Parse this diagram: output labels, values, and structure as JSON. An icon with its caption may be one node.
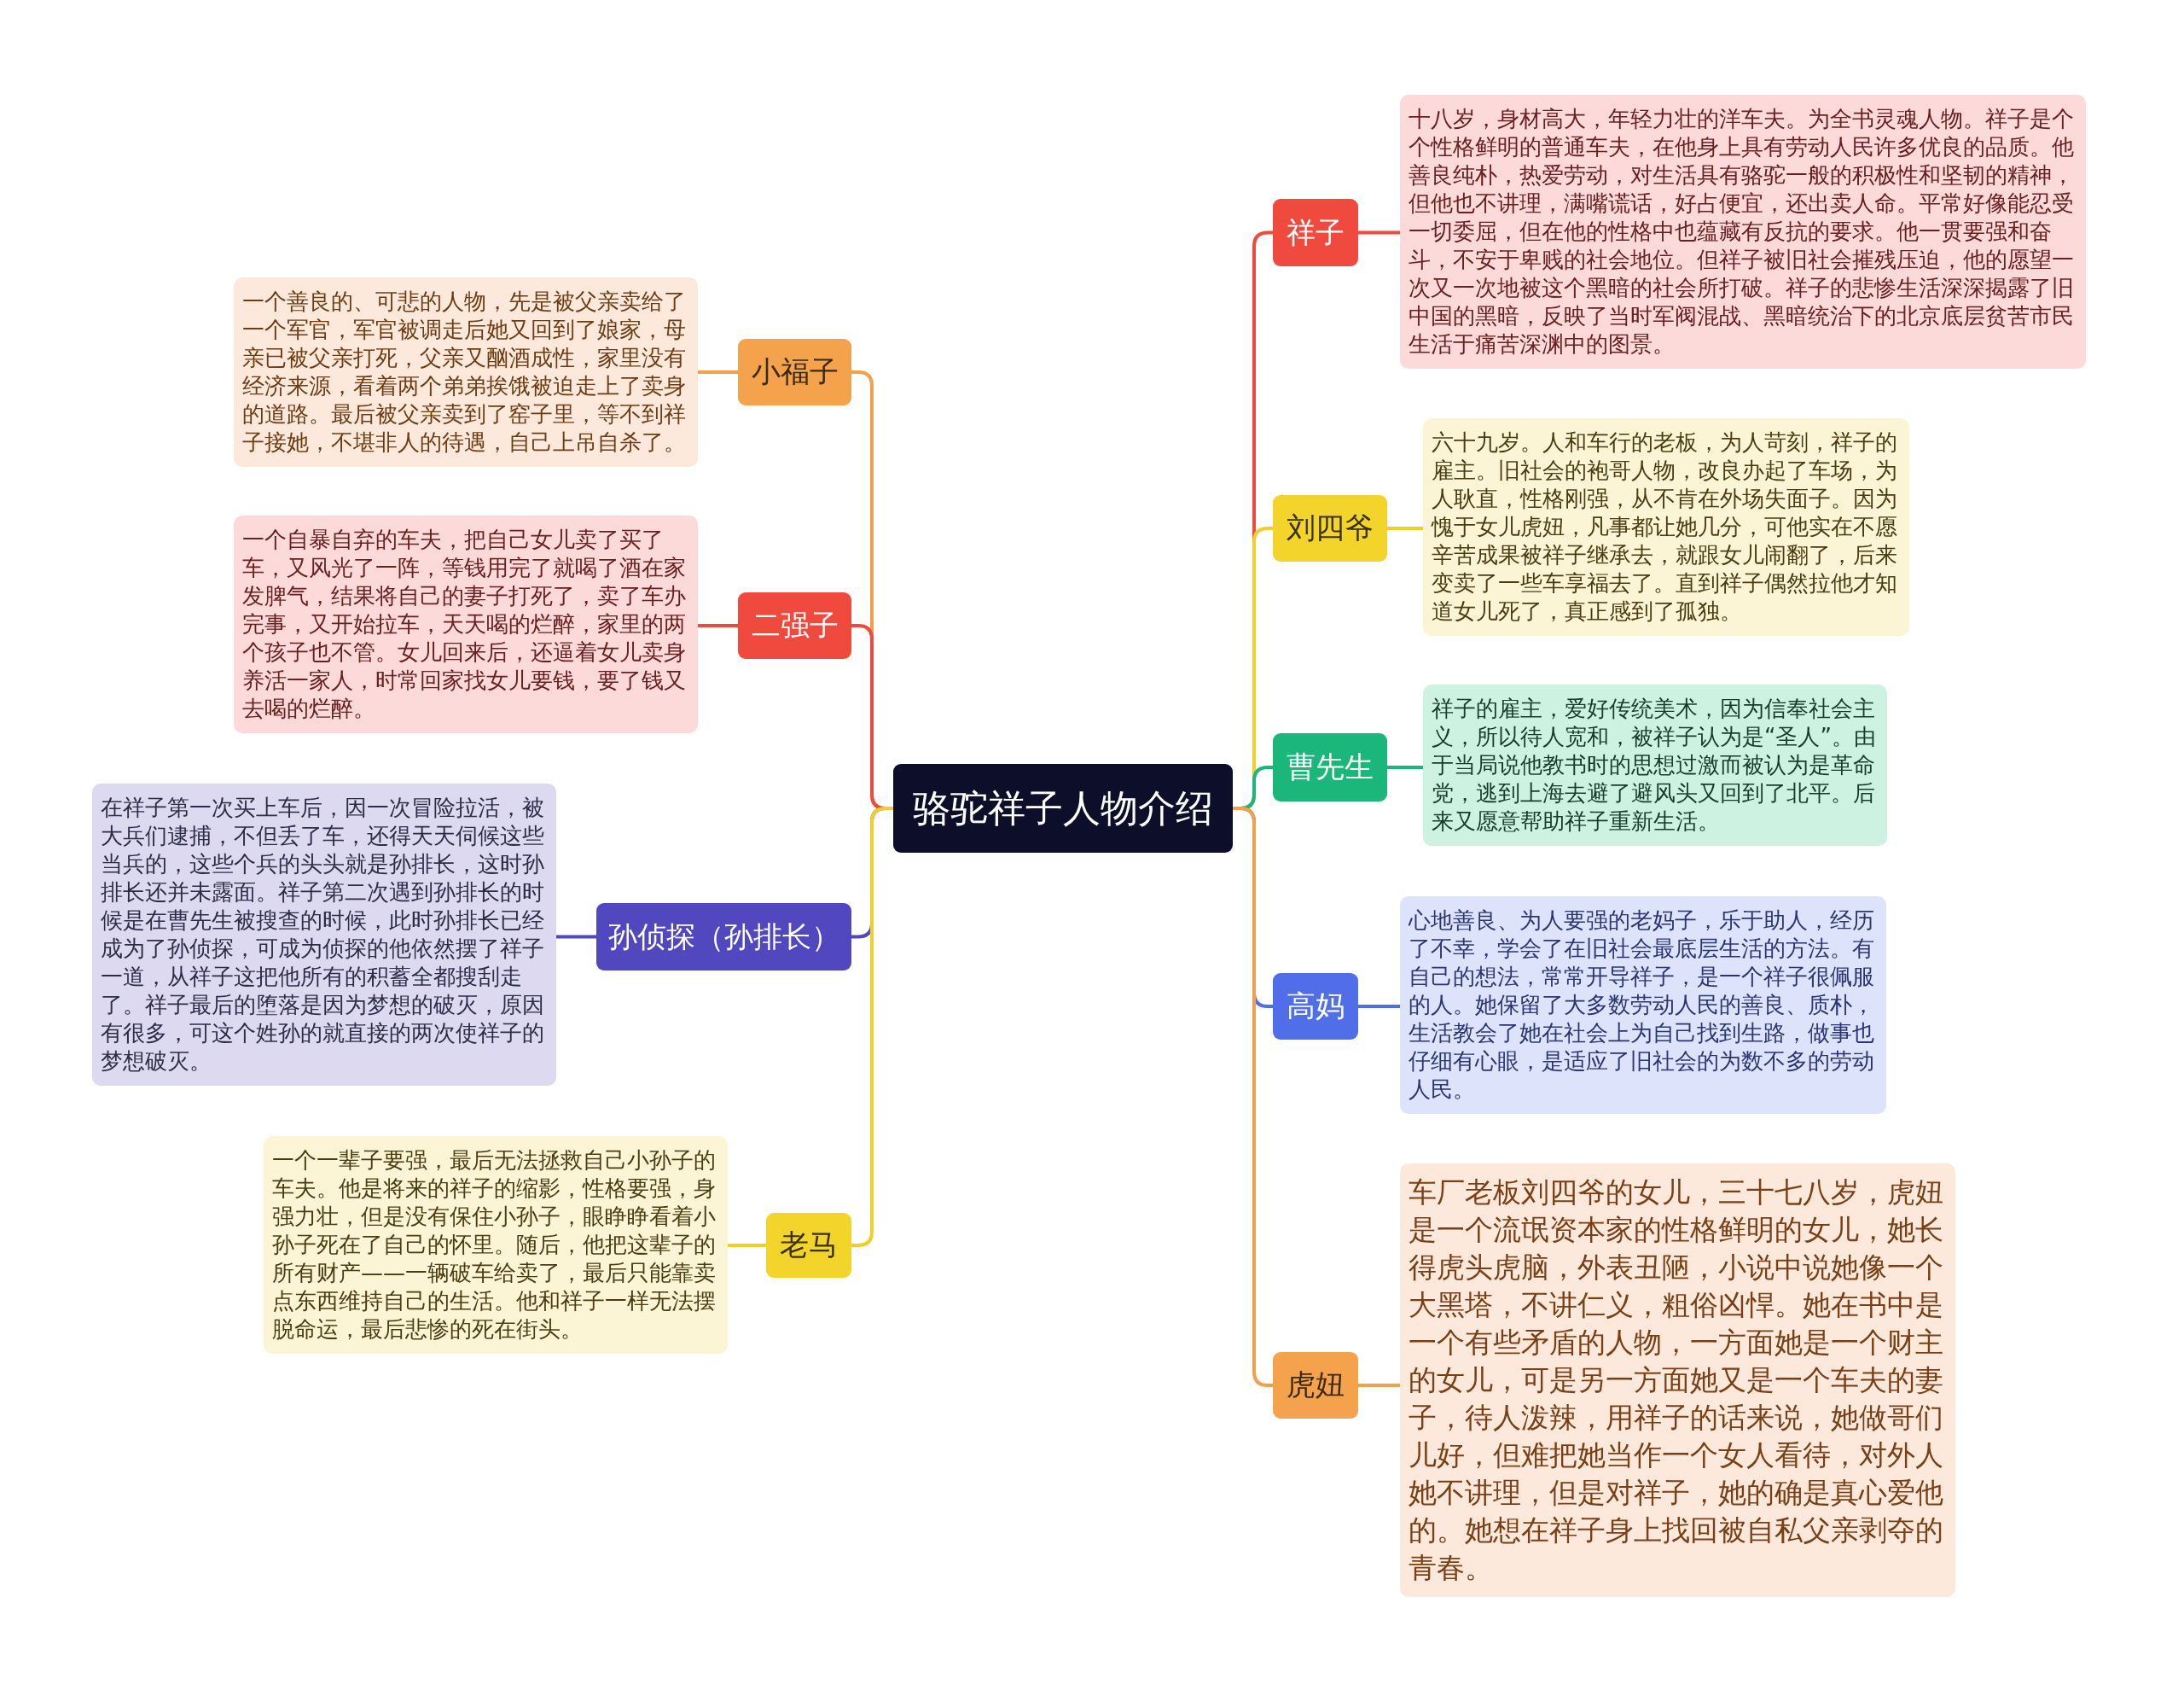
{
  "diagram": {
    "nodes": [
      {
        "text": [
          "骆驼祥子人物介绍"
        ]
      },
      {
        "text": [
          "小福子"
        ]
      },
      {
        "text": [
          "一个善良的、可悲的人物，先是被父亲卖给了一个军官，军官被调走后她又回到了娘家，母亲已被父亲打死，父亲又酗酒成性，家里没有经济来源，看着两个弟弟挨饿被迫走上了卖身的道路。最后被父亲卖到了窑子里，等不到祥子接她，不堪非人的待遇，自己上吊自杀了。"
        ]
      },
      {
        "text": [
          "二强子"
        ]
      },
      {
        "text": [
          "一个自暴自弃的车夫，把自己女儿卖了买了车，又风光了一阵，等钱用完了就喝了酒在家发脾气，结果将自己的妻子打死了，卖了车办完事，又开始拉车，天天喝的烂醉，家里的两个孩子也不管。女儿回来后，还逼着女儿卖身养活一家人，时常回家找女儿要钱，要了钱又去喝的烂醉。"
        ]
      },
      {
        "text": [
          "孙侦探（孙排长）"
        ]
      },
      {
        "text": [
          "在祥子第一次买上车后，因一次冒险拉活，被大兵们逮捕，不但丢了车，还得天天伺候这些当兵的，这些个兵的头头就是孙排长，这时孙排长还并未露面。祥子第二次遇到孙排长的时候是在曹先生被搜查的时候，此时孙排长已经成为了孙侦探，可成为侦探的他依然摆了祥子一道，从祥子这把他所有的积蓄全都搜刮走了。祥子最后的堕落是因为梦想的破灭，原因有很多，可这个姓孙的就直接的两次使祥子的梦想破灭。"
        ]
      },
      {
        "text": [
          "老马"
        ]
      },
      {
        "text": [
          "一个一辈子要强，最后无法拯救自己小孙子的车夫。他是将来的祥子的缩影，性格要强，身强力壮，但是没有保住小孙子，眼睁睁看着小孙子死在了自己的怀里。随后，他把这辈子的所有财产——一辆破车给卖了，最后只能靠卖点东西维持自己的生活。他和祥子一样无法摆脱命运，最后悲惨的死在街头。"
        ]
      },
      {
        "text": [
          "祥子"
        ]
      },
      {
        "text": [
          "十八岁，身材高大，年轻力壮的洋车夫。为全书灵魂人物。祥子是个个性格鲜明的普通车夫，在他身上具有劳动人民许多优良的品质。他善良纯朴，热爱劳动，对生活具有骆驼一般的积极性和坚韧的精神，但他也不讲理，满嘴谎话，好占便宜，还出卖人命。平常好像能忍受一切委屈，但在他的性格中也蕴藏有反抗的要求。他一贯要强和奋斗，不安于卑贱的社会地位。但祥子被旧社会摧残压迫，他的愿望一次又一次地被这个黑暗的社会所打破。祥子的悲惨生活深深揭露了旧中国的黑暗，反映了当时军阀混战、黑暗统治下的北京底层贫苦市民生活于痛苦深渊中的图景。"
        ]
      },
      {
        "text": [
          "刘四爷"
        ]
      },
      {
        "text": [
          "六十九岁。人和车行的老板，为人苛刻，祥子的雇主。旧社会的袍哥人物，改良办起了车场，为人耿直，性格刚强，从不肯在外场失面子。因为愧于女儿虎妞，凡事都让她几分，可他实在不愿辛苦成果被祥子继承去，就跟女儿闹翻了，后来变卖了一些车享福去了。直到祥子偶然拉他才知道女儿死了，真正感到了孤独。"
        ]
      },
      {
        "text": [
          "曹先生"
        ]
      },
      {
        "text": [
          "祥子的雇主，爱好传统美术，因为信奉社会主义，所以待人宽和，被祥子认为是“圣人”。由于当局说他教书时的思想过激而被认为是革命党，逃到上海去避了避风头又回到了北平。后来又愿意帮助祥子重新生活。"
        ]
      },
      {
        "text": [
          "高妈"
        ]
      },
      {
        "text": [
          "心地善良、为人要强的老妈子，乐于助人，经历了不幸，学会了在旧社会最底层生活的方法。有自己的想法，常常开导祥子，是一个祥子很佩服的人。她保留了大多数劳动人民的善良、质朴，生活教会了她在社会上为自己找到生路，做事也仔细有心眼，是适应了旧社会的为数不多的劳动人民。"
        ]
      },
      {
        "text": [
          "虎妞"
        ]
      },
      {
        "text": [
          "车厂老板刘四爷的女儿，三十七八岁，虎妞是一个流氓资本家的性格鲜明的女儿，她长得虎头虎脑，外表丑陋，小说中说她像一个大黑塔，不讲仁义，粗俗凶悍。她在书中是一个有些矛盾的人物，一方面她是一个财主的女儿，可是另一方面她又是一个车夫的妻子，待人泼辣，用祥子的话来说，她做哥们儿好，但难把她当作一个女人看待，对外人她不讲理，但是对祥子，她的确是真心爱他的。她想在祥子身上找回被自私父亲剥夺的青春。"
        ]
      }
    ],
    "edges": [
      {
        "from": 0,
        "to": 1,
        "arrow": "none",
        "color": "#f2a14a"
      },
      {
        "from": 1,
        "to": 2,
        "arrow": "none",
        "color": "#f2a14a"
      },
      {
        "from": 0,
        "to": 3,
        "arrow": "none",
        "color": "#f04a3e"
      },
      {
        "from": 3,
        "to": 4,
        "arrow": "none",
        "color": "#f04a3e"
      },
      {
        "from": 0,
        "to": 5,
        "arrow": "none",
        "color": "#5148c0"
      },
      {
        "from": 5,
        "to": 6,
        "arrow": "none",
        "color": "#5148c0"
      },
      {
        "from": 0,
        "to": 7,
        "arrow": "none",
        "color": "#efd02a"
      },
      {
        "from": 7,
        "to": 8,
        "arrow": "none",
        "color": "#efd02a"
      },
      {
        "from": 0,
        "to": 9,
        "arrow": "none",
        "color": "#f04a3e"
      },
      {
        "from": 9,
        "to": 10,
        "arrow": "none",
        "color": "#f04a3e"
      },
      {
        "from": 0,
        "to": 11,
        "arrow": "none",
        "color": "#efd02a"
      },
      {
        "from": 11,
        "to": 12,
        "arrow": "none",
        "color": "#efd02a"
      },
      {
        "from": 0,
        "to": 13,
        "arrow": "none",
        "color": "#1bb77a"
      },
      {
        "from": 13,
        "to": 14,
        "arrow": "none",
        "color": "#1bb77a"
      },
      {
        "from": 0,
        "to": 15,
        "arrow": "none",
        "color": "#4f6ee8"
      },
      {
        "from": 15,
        "to": 16,
        "arrow": "none",
        "color": "#4f6ee8"
      },
      {
        "from": 0,
        "to": 17,
        "arrow": "none",
        "color": "#f2a14a"
      },
      {
        "from": 17,
        "to": 18,
        "arrow": "none",
        "color": "#f2a14a"
      }
    ]
  }
}
